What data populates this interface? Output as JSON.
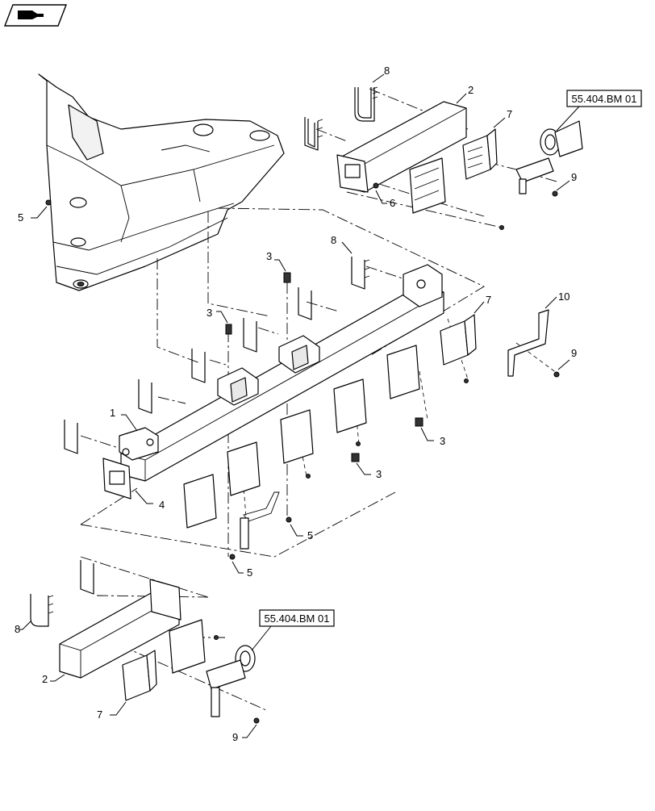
{
  "nav_button": {
    "icon": "hand-pointing-icon"
  },
  "references": {
    "top_right": "55.404.BM 01",
    "bottom_center": "55.404.BM 01"
  },
  "callouts": {
    "c1": "1",
    "c2_top": "2",
    "c2_bottom": "2",
    "c3_a": "3",
    "c3_b": "3",
    "c3_c": "3",
    "c3_d": "3",
    "c4": "4",
    "c5_a": "5",
    "c5_b": "5",
    "c5_c": "5",
    "c6": "6",
    "c7_top": "7",
    "c7_mid": "7",
    "c7_bottom": "7",
    "c8_top": "8",
    "c8_mid": "8",
    "c8_bottom": "8",
    "c9_top": "9",
    "c9_mid": "9",
    "c9_bottom": "9",
    "c10": "10"
  }
}
